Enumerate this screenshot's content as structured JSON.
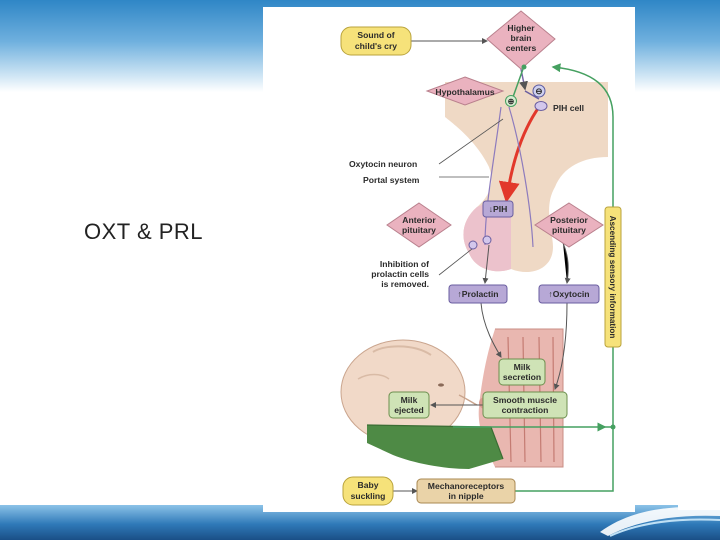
{
  "slide": {
    "title": "OXT & PRL"
  },
  "diagram": {
    "nodes": {
      "sound_cry": [
        "Sound of",
        "child's cry"
      ],
      "higher_brain": [
        "Higher",
        "brain",
        "centers"
      ],
      "hypothalamus": "Hypothalamus",
      "minus_sign": "⊖",
      "plus_sign": "⊕",
      "pih_cell": "PIH cell",
      "oxytocin_neuron": "Oxytocin neuron",
      "portal_system": "Portal system",
      "pih_down": "↓PIH",
      "anterior_pituitary": [
        "Anterior",
        "pituitary"
      ],
      "posterior_pituitary": [
        "Posterior",
        "pituitary"
      ],
      "inhibition_note": [
        "Inhibition of",
        "prolactin cells",
        "is removed."
      ],
      "prolactin_up": "↑Prolactin",
      "oxytocin_up": "↑Oxytocin",
      "ascending_info": "Ascending sensory information",
      "milk_secretion": [
        "Milk",
        "secretion"
      ],
      "milk_ejected": [
        "Milk",
        "ejected"
      ],
      "smooth_muscle": [
        "Smooth muscle",
        "contraction"
      ],
      "baby_suckling": [
        "Baby",
        "suckling"
      ],
      "mechanoreceptors": [
        "Mechanoreceptors",
        "in nipple"
      ]
    },
    "colors": {
      "stimulus_yellow": "#f6e27a",
      "integrator_pink": "#eab2bf",
      "hormone_purple": "#b7a8d6",
      "response_green": "#cfe3b6",
      "sensory_path": "#45a060",
      "pih_arrow": "#e2382b",
      "tissue_beige": "#efd9c5"
    }
  }
}
